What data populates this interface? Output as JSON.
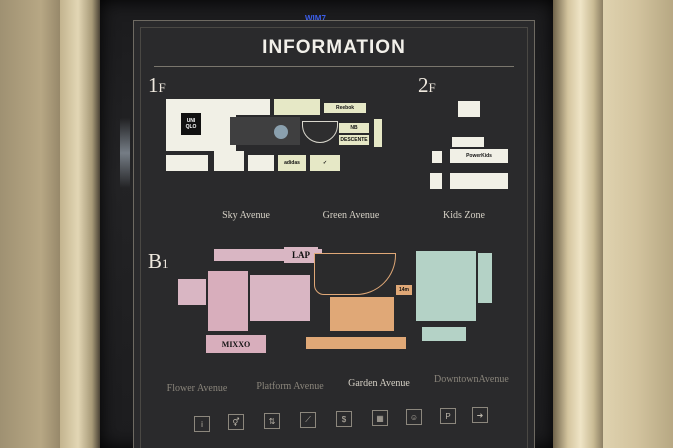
{
  "board": {
    "title": "INFORMATION",
    "sticker": "WIM7"
  },
  "floors": {
    "f1": {
      "label": "1",
      "suffix": "F"
    },
    "f2": {
      "label": "2",
      "suffix": "F"
    },
    "b1": {
      "label": "B",
      "suffix": "1"
    }
  },
  "zones": [
    {
      "key": "sky",
      "name": "Sky Avenue"
    },
    {
      "key": "green",
      "name": "Green Avenue"
    },
    {
      "key": "kids",
      "name": "Kids Zone"
    },
    {
      "key": "flower",
      "name": "Flower Avenue"
    },
    {
      "key": "platform",
      "name": "Platform Avenue"
    },
    {
      "key": "garden",
      "name": "Garden Avenue"
    },
    {
      "key": "downtown",
      "name": "DowntownAvenue"
    }
  ],
  "stores_1f": {
    "uniqlo_1": "UNI",
    "uniqlo_2": "QLO",
    "reebok": "Reebok",
    "descente": "DESCENTE",
    "adidas": "adidas",
    "nike": "✓"
  },
  "stores_2f": {
    "kids": "PowerKids"
  },
  "stores_b1": {
    "lap": "LAP",
    "mixxo": "MIXXO",
    "14m": "14m"
  },
  "colors": {
    "board": "#232325",
    "sky": "#f1f0e6",
    "green": "#e6e8c6",
    "flower": "#d9b6c3",
    "platform": "#d8aebc",
    "garden": "#e0a877",
    "downtown": "#b4d2c6"
  },
  "legend_icons": [
    "info-icon",
    "restroom-icon",
    "elevator-icon",
    "escalator-icon",
    "atm-icon",
    "locker-icon",
    "nursing-icon",
    "parking-icon",
    "exit-icon"
  ]
}
